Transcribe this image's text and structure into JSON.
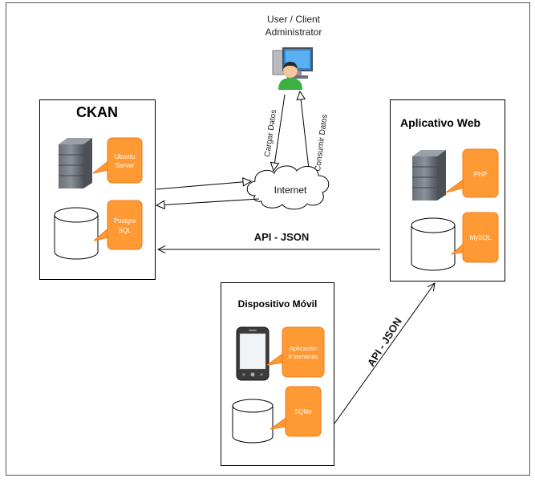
{
  "client": {
    "label_line1": "User / Client",
    "label_line2": "Administrator"
  },
  "internet": {
    "label": "Internet"
  },
  "arrows": {
    "cargar": "Cargar Datos",
    "consumir": "Consumir Datos",
    "api_json_horizontal": "API - JSON",
    "api_json_diagonal": "API - JSON"
  },
  "ckan": {
    "title": "CKAN",
    "server_note_line1": "Ubuntu",
    "server_note_line2": "Server",
    "db_note_line1": "Postgre",
    "db_note_line2": "SQL"
  },
  "web": {
    "title": "Aplicativo Web",
    "server_note": "PHP",
    "db_note": "MySQL"
  },
  "mobile": {
    "title": "Dispositivo Móvil",
    "app_note_line1": "Aplicación",
    "app_note_line2": "8 semanas",
    "db_note": "SQlite"
  },
  "colors": {
    "note_fill": "#ff9933",
    "note_stroke": "#f07d1a",
    "server_dark": "#5a5f66",
    "server_light": "#8a9098",
    "person_shirt": "#3cb043"
  }
}
